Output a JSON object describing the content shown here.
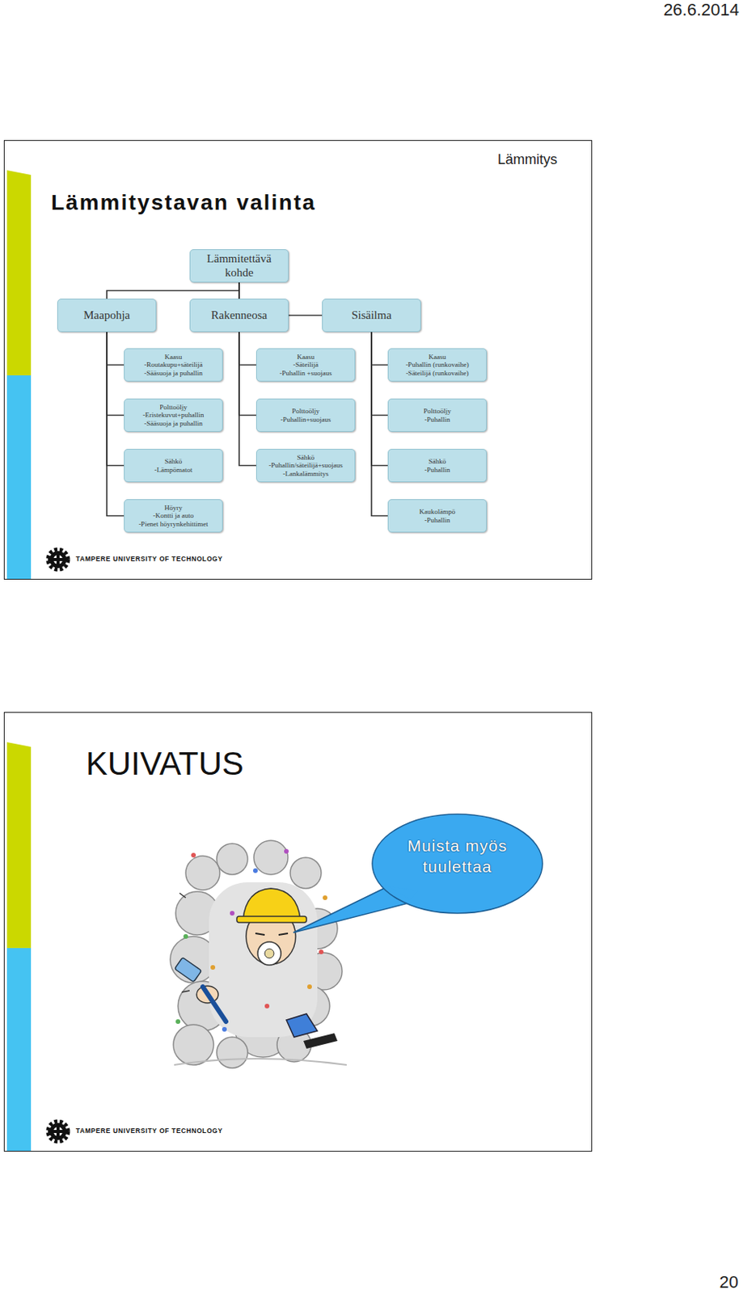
{
  "diagram": {
    "title": "Lämmitystavan valinta",
    "nodes": [
      {
        "text": [
          "Lämmitettävä kohde"
        ]
      },
      {
        "text": [
          "Maapohja"
        ]
      },
      {
        "text": [
          "Rakenneosa"
        ]
      },
      {
        "text": [
          "Sisäilma"
        ]
      },
      {
        "text": [
          "Kaasu",
          "-Routakupu+säteilijä",
          "-Sääsuoja ja puhallin"
        ]
      },
      {
        "text": [
          "Polttoöljy",
          "-Eristekuvut+puhallin",
          "-Sääsuoja ja puhallin"
        ]
      },
      {
        "text": [
          "Sähkö",
          "-Lämpömatot"
        ]
      },
      {
        "text": [
          "Höyry",
          "-Kontti ja auto",
          "-Pienet höyrynkehittimet"
        ]
      },
      {
        "text": [
          "Kaasu",
          "-Säteilijä",
          "-Puhallin +suojaus"
        ]
      },
      {
        "text": [
          "Polttoöljy",
          "-Puhallin+suojaus"
        ]
      },
      {
        "text": [
          "Sähkö",
          "-Puhallin/säteilijä+suojaus",
          "-Lankalämmitys"
        ]
      },
      {
        "text": [
          "Kaasu",
          "-Puhallin (runkovaihe)",
          "-Säteilijä (runkovaihe)"
        ]
      },
      {
        "text": [
          "Polttoöljy",
          "-Puhallin"
        ]
      },
      {
        "text": [
          "Sähkö",
          "-Puhallin"
        ]
      },
      {
        "text": [
          "Kaukolämpö",
          "-Puhallin"
        ]
      },
      {
        "text": [
          "Muista myös tuulettaa"
        ]
      }
    ],
    "edges": [
      {
        "from": 0,
        "to": 1,
        "arrow": "none"
      },
      {
        "from": 0,
        "to": 2,
        "arrow": "none"
      },
      {
        "from": 0,
        "to": 3,
        "arrow": "none"
      },
      {
        "from": 1,
        "to": 4,
        "arrow": "none"
      },
      {
        "from": 1,
        "to": 5,
        "arrow": "none"
      },
      {
        "from": 1,
        "to": 6,
        "arrow": "none"
      },
      {
        "from": 1,
        "to": 7,
        "arrow": "none"
      },
      {
        "from": 2,
        "to": 8,
        "arrow": "none"
      },
      {
        "from": 2,
        "to": 9,
        "arrow": "none"
      },
      {
        "from": 2,
        "to": 10,
        "arrow": "none"
      },
      {
        "from": 3,
        "to": 11,
        "arrow": "none"
      },
      {
        "from": 3,
        "to": 12,
        "arrow": "none"
      },
      {
        "from": 3,
        "to": 13,
        "arrow": "none"
      },
      {
        "from": 3,
        "to": 14,
        "arrow": "none"
      }
    ],
    "labels": [
      "26.6.2014",
      "Lämmitys",
      "TAMPERE UNIVERSITY OF TECHNOLOGY",
      "KUIVATUS",
      "TAMPERE UNIVERSITY OF TECHNOLOGY",
      "20"
    ]
  }
}
